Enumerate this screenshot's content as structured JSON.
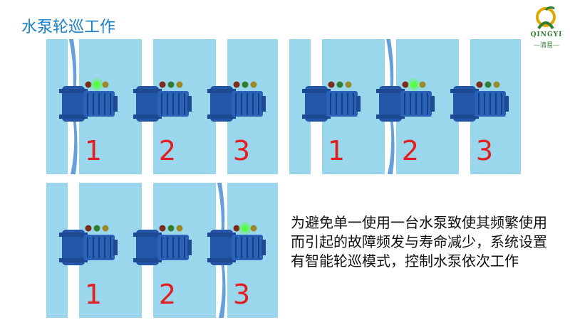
{
  "title": "水泵轮巡工作",
  "logo": {
    "name": "QINGYI",
    "subtitle": "—清易—"
  },
  "colors": {
    "water": "#9ad6ec",
    "pipe": "#ffffff",
    "flow": "#4a8fd4",
    "pump": "#2456a8",
    "number": "#e41e1e",
    "led_red": "#7a2c1c",
    "led_green": "#2e7d32",
    "led_yellow": "#9a8a2c",
    "led_on": "#55ff44"
  },
  "panels": [
    {
      "id": "panel-1",
      "pumps": [
        {
          "label": "1",
          "running": true
        },
        {
          "label": "2",
          "running": false
        },
        {
          "label": "3",
          "running": false
        }
      ]
    },
    {
      "id": "panel-2",
      "pumps": [
        {
          "label": "1",
          "running": false
        },
        {
          "label": "2",
          "running": true
        },
        {
          "label": "3",
          "running": false
        }
      ]
    },
    {
      "id": "panel-3",
      "pumps": [
        {
          "label": "1",
          "running": false
        },
        {
          "label": "2",
          "running": false
        },
        {
          "label": "3",
          "running": true
        }
      ]
    }
  ],
  "description": "为避免单一使用一台水泵致使其频繁使用而引起的故障频发与寿命减少，系统设置有智能轮巡模式，控制水泵依次工作"
}
